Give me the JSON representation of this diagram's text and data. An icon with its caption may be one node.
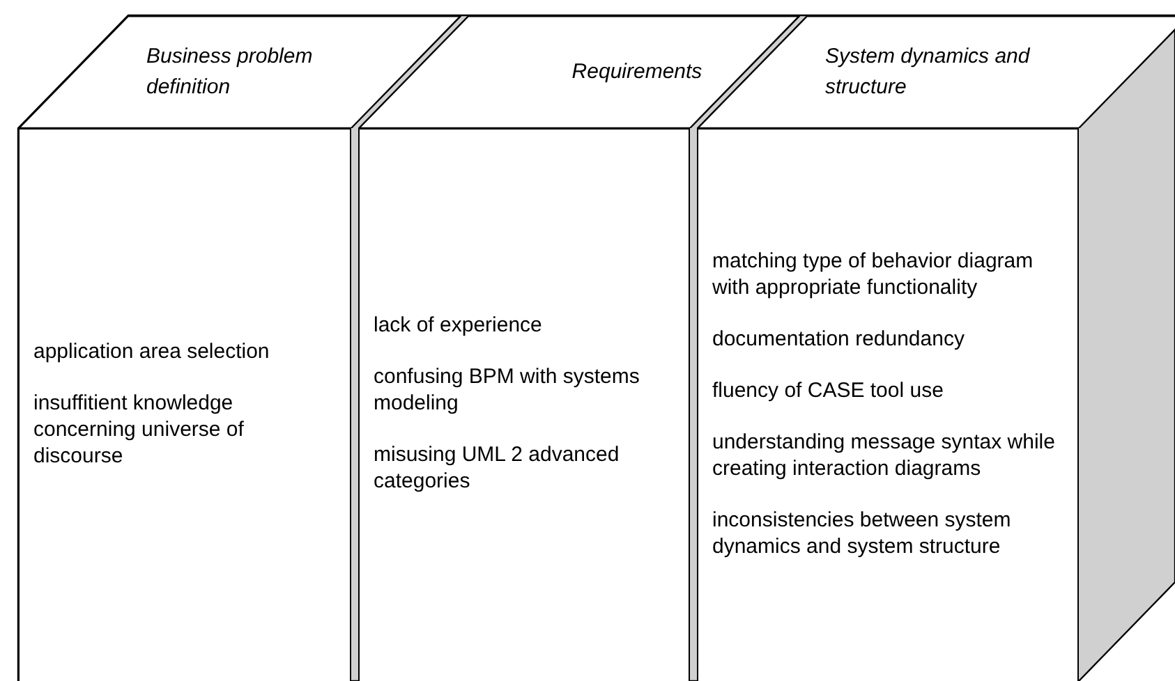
{
  "diagram": {
    "nodes": [
      {
        "text": [
          "Business problem definition"
        ]
      },
      {
        "text": [
          "Requirements"
        ]
      },
      {
        "text": [
          "System dynamics and structure"
        ]
      },
      {
        "text": [
          "application area selection",
          "insuffitient knowledge concerning universe of discourse"
        ]
      },
      {
        "text": [
          "lack of experience",
          "confusing BPM with systems modeling",
          "misusing UML 2 advanced categories"
        ]
      },
      {
        "text": [
          "matching type of behavior diagram with appropriate functionality",
          "documentation redundancy",
          "fluency of CASE tool use",
          "understanding message syntax while creating interaction diagrams",
          "inconsistencies between system dynamics and system structure"
        ]
      }
    ]
  }
}
